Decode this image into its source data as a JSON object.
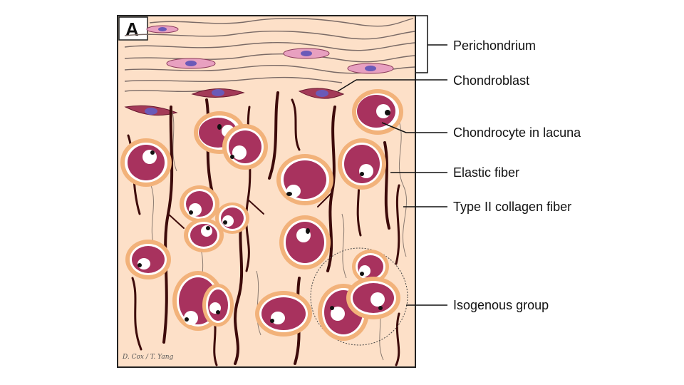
{
  "figure": {
    "panel_letter": "A",
    "signature": "D. Cox / T. Yang"
  },
  "labels": {
    "perichondrium": "Perichondrium",
    "chondroblast": "Chondroblast",
    "chondrocyte_in_lacuna": "Chondrocyte in lacuna",
    "elastic_fiber": "Elastic fiber",
    "type_ii_collagen_fiber": "Type II collagen fiber",
    "isogenous_group": "Isogenous group"
  },
  "colors": {
    "matrix": "#fde0c8",
    "lacuna_rim": "#f2b27a",
    "cell_body": "#a8325e",
    "nucleus": "#ffffff",
    "elastic_fiber": "#3d0a0a",
    "collagen_fiber": "#8a7a70",
    "chondroblast": "#a33a58",
    "chondroblast_nucleus": "#6a5ab8",
    "perichondrium_cell": "#e8a0c0"
  }
}
